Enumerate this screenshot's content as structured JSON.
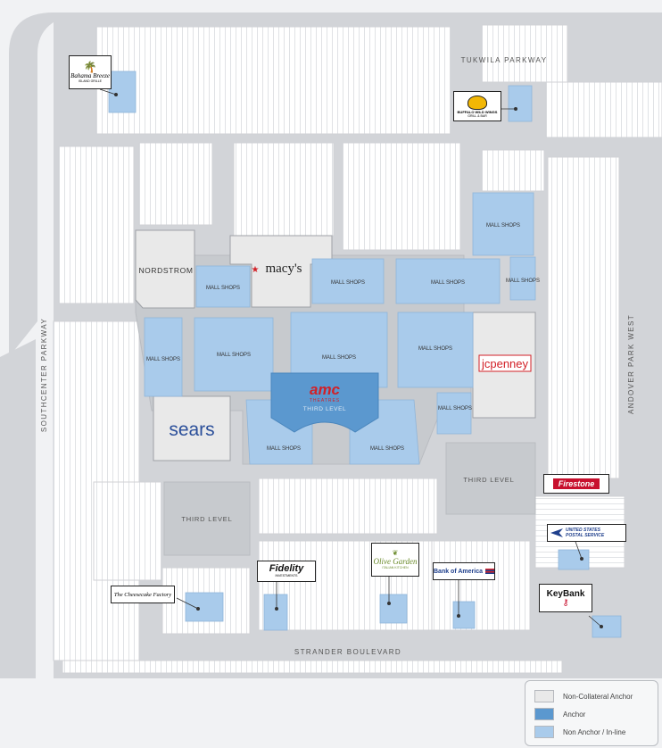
{
  "roads": {
    "tukwila": "TUKWILA PARKWAY",
    "southcenter": "SOUTHCENTER PARKWAY",
    "andover": "ANDOVER PARK WEST",
    "strander": "STRANDER BOULEVARD"
  },
  "anchors": {
    "nordstrom": "NORDSTROM",
    "macys": "macy's",
    "sears": "sears",
    "jcpenney": "jcpenney",
    "amc": "amc",
    "amc_sub": "THEATRES",
    "amc_level": "THIRD LEVEL",
    "third_level_south": "THIRD LEVEL",
    "third_level_east": "THIRD LEVEL"
  },
  "shops_label": "MALL SHOPS",
  "logos": {
    "bahama_breeze": "Bahama Breeze",
    "bahama_sub": "ISLAND GRILLE",
    "buffalo": "BUFFALO WILD WINGS",
    "buffalo_sub": "GRILL & BAR",
    "firestone": "Firestone",
    "usps": "UNITED STATES POSTAL SERVICE",
    "olive_garden": "Olive Garden",
    "olive_sub": "ITALIAN KITCHEN",
    "fidelity": "Fidelity",
    "fidelity_sub": "INVESTMENTS",
    "bank_of_america": "Bank of America",
    "cheesecake": "The Cheesecake Factory",
    "keybank": "KeyBank"
  },
  "legend": {
    "items": [
      {
        "label": "Non-Collateral Anchor",
        "color": "#e9e9e9"
      },
      {
        "label": "Anchor",
        "color": "#5b98cf"
      },
      {
        "label": "Non Anchor / In-line",
        "color": "#a9cbeb"
      }
    ]
  },
  "colors": {
    "non_anchor": "#a9cbeb",
    "anchor": "#5b98cf",
    "non_collateral": "#e9e9e9",
    "road": "#d2d4d8",
    "parking": "#ffffff",
    "jcpenney_red": "#d22027",
    "macys_red": "#d22027",
    "firestone_red": "#c8102e",
    "boa_blue": "#1f3f8c",
    "boa_red": "#d22027",
    "olive_green": "#6a8a2a",
    "keybank_red": "#c8102e"
  }
}
